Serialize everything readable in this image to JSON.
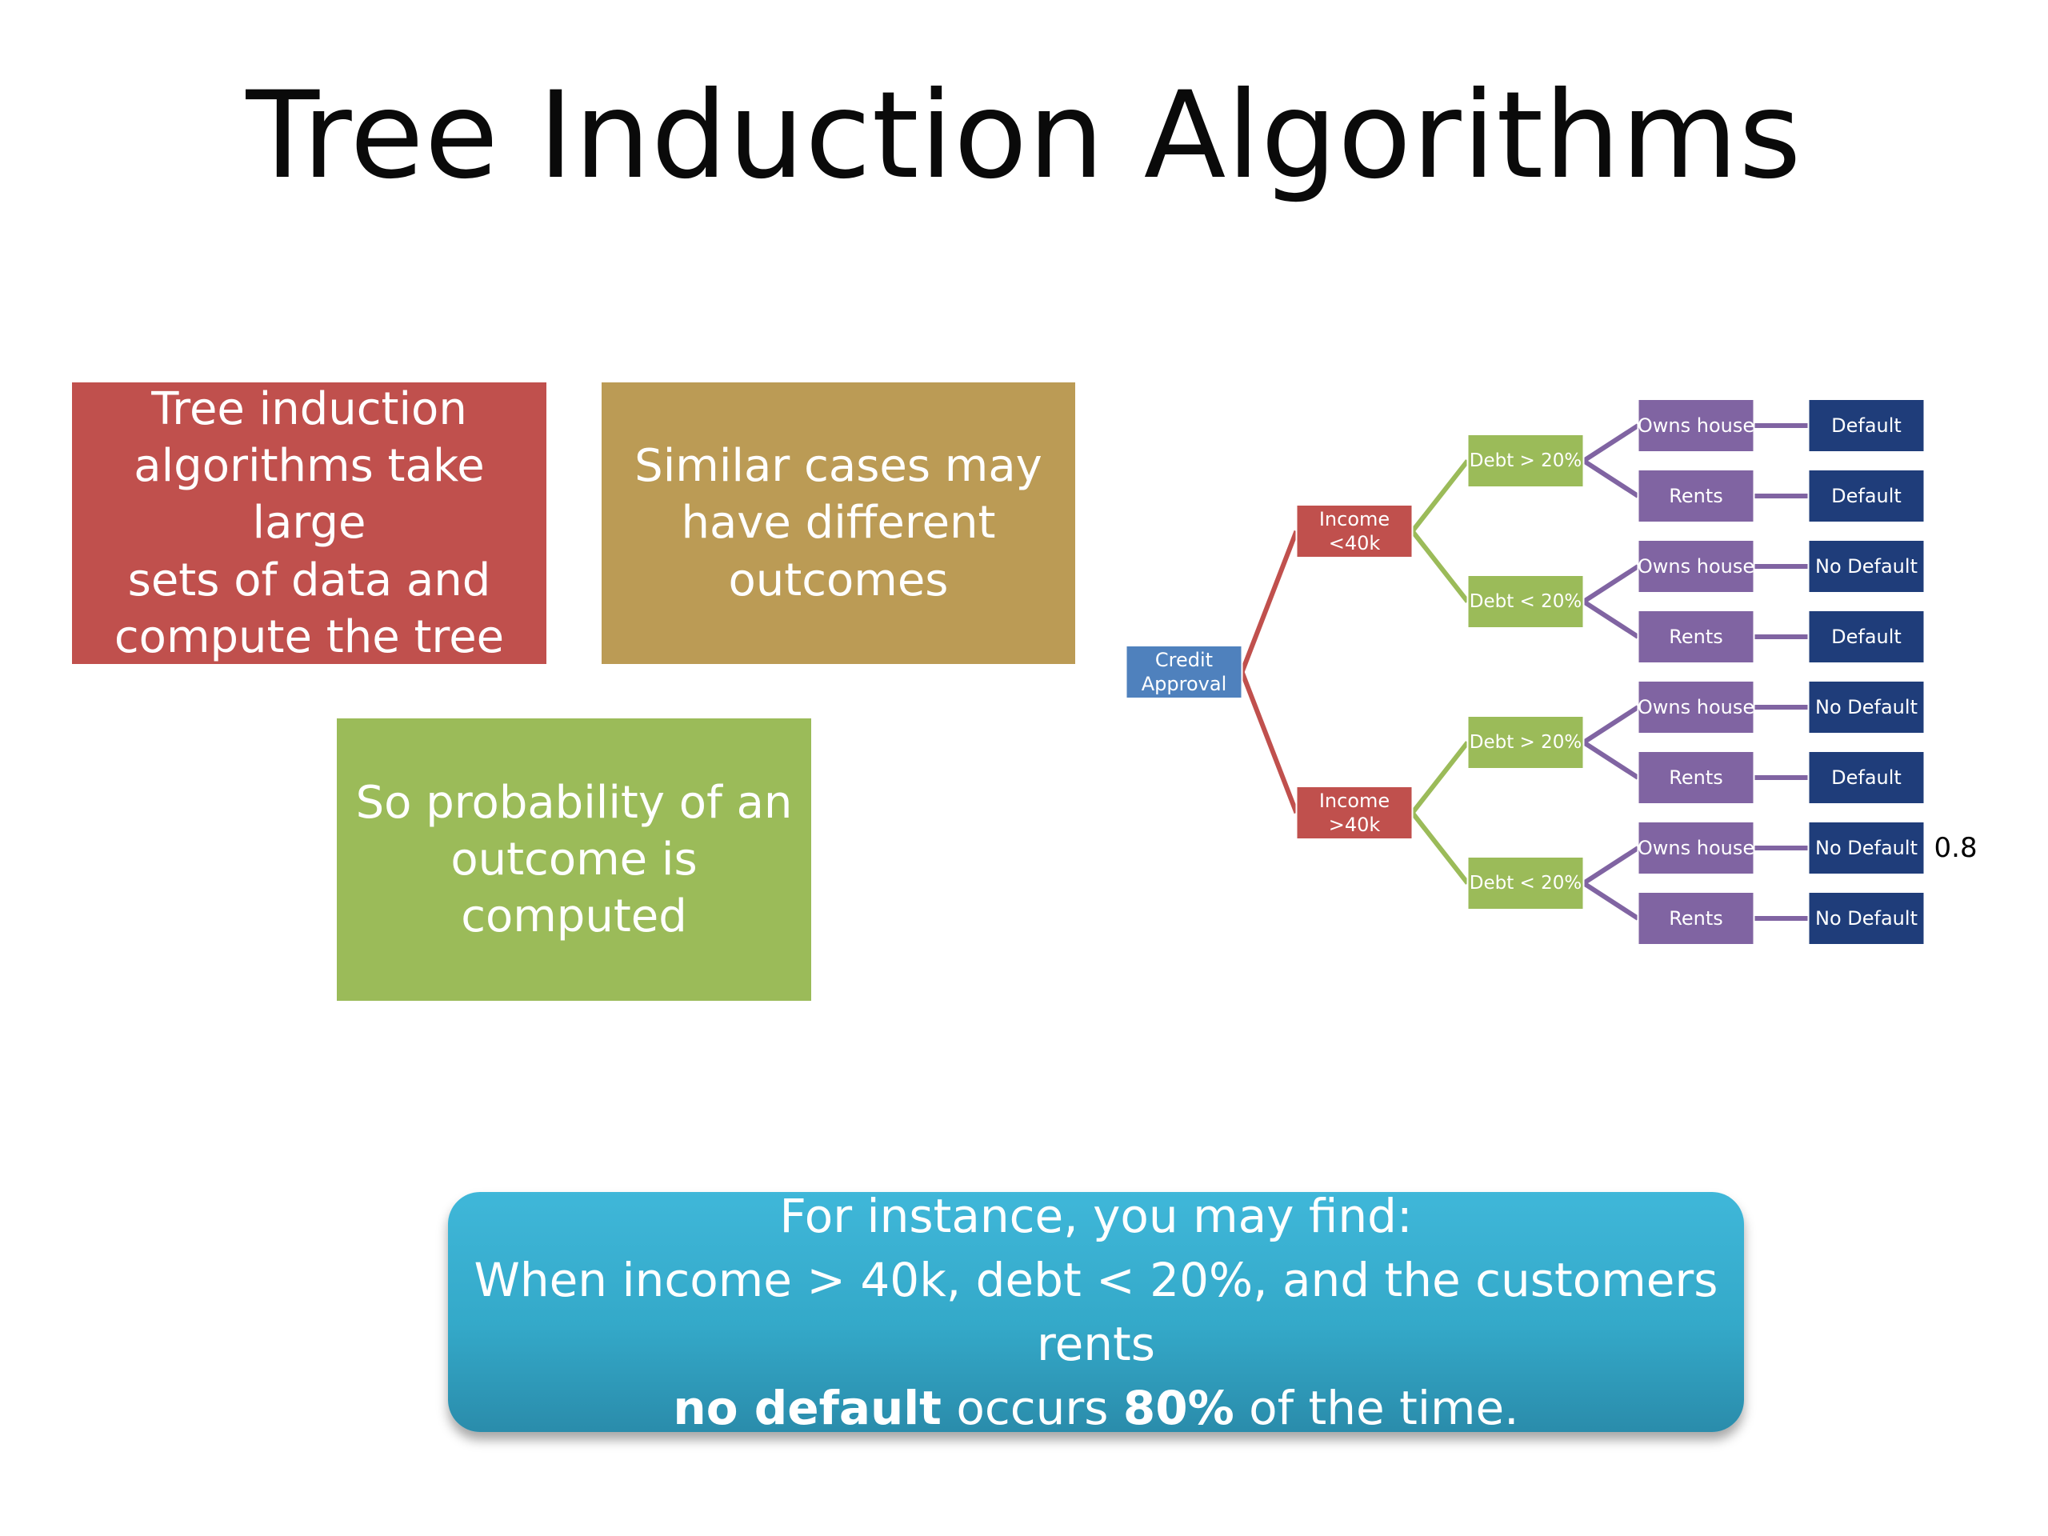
{
  "title": "Tree Induction Algorithms",
  "cards": {
    "red": "Tree induction\nalgorithms take large\nsets of data and\ncompute the tree",
    "gold": "Similar cases may\nhave different\noutcomes",
    "green": "So probability of an\noutcome is\ncomputed"
  },
  "callout": {
    "line1": "For instance, you may find:",
    "line2": "When income > 40k, debt < 20%, and the customers rents",
    "line3_bold1": "no default",
    "line3_mid": " occurs ",
    "line3_bold2": "80%",
    "line3_end": " of the time."
  },
  "tree": {
    "colors": {
      "root": "#4f81bd",
      "income": "#c0504d",
      "debt": "#9bbb59",
      "housing": "#8064a2",
      "outcome": "#1f3d7a"
    },
    "root": "Credit\nApproval",
    "income": [
      "Income\n<40k",
      "Income\n>40k"
    ],
    "debt": [
      "Debt > 20%",
      "Debt < 20%",
      "Debt > 20%",
      "Debt < 20%"
    ],
    "housing": [
      "Owns house",
      "Rents",
      "Owns house",
      "Rents",
      "Owns house",
      "Rents",
      "Owns house",
      "Rents"
    ],
    "outcomes": [
      "Default",
      "Default",
      "No Default",
      "Default",
      "No Default",
      "Default",
      "No Default",
      "No Default"
    ],
    "probability": "0.8"
  }
}
